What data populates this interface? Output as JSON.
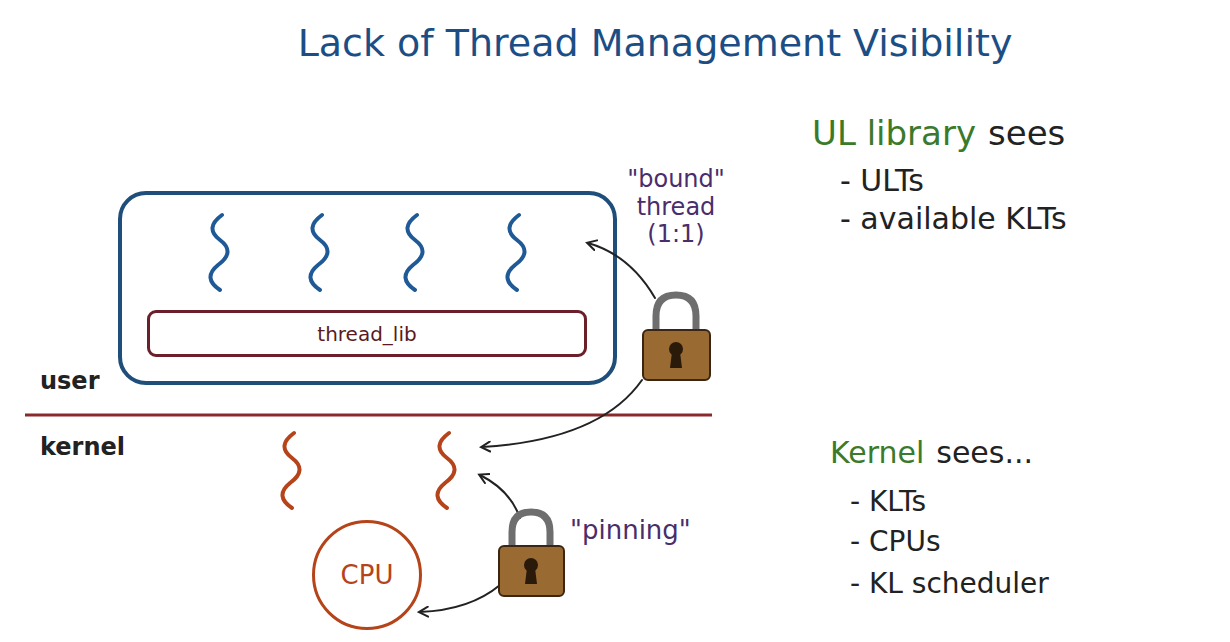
{
  "diagram": {
    "title": "Lack of Thread Management Visibility",
    "nodes": [
      {
        "text": [
          "thread_lib"
        ]
      },
      {
        "text": [
          "CPU"
        ]
      }
    ],
    "labels": [
      "user",
      "kernel",
      "\"bound\" thread (1:1)",
      "\"pinning\"",
      "UL library",
      "sees",
      "- ULTs",
      "- available KLTs",
      "Kernel",
      "sees...",
      "- KLTs",
      "- CPUs",
      "- KL scheduler"
    ]
  }
}
